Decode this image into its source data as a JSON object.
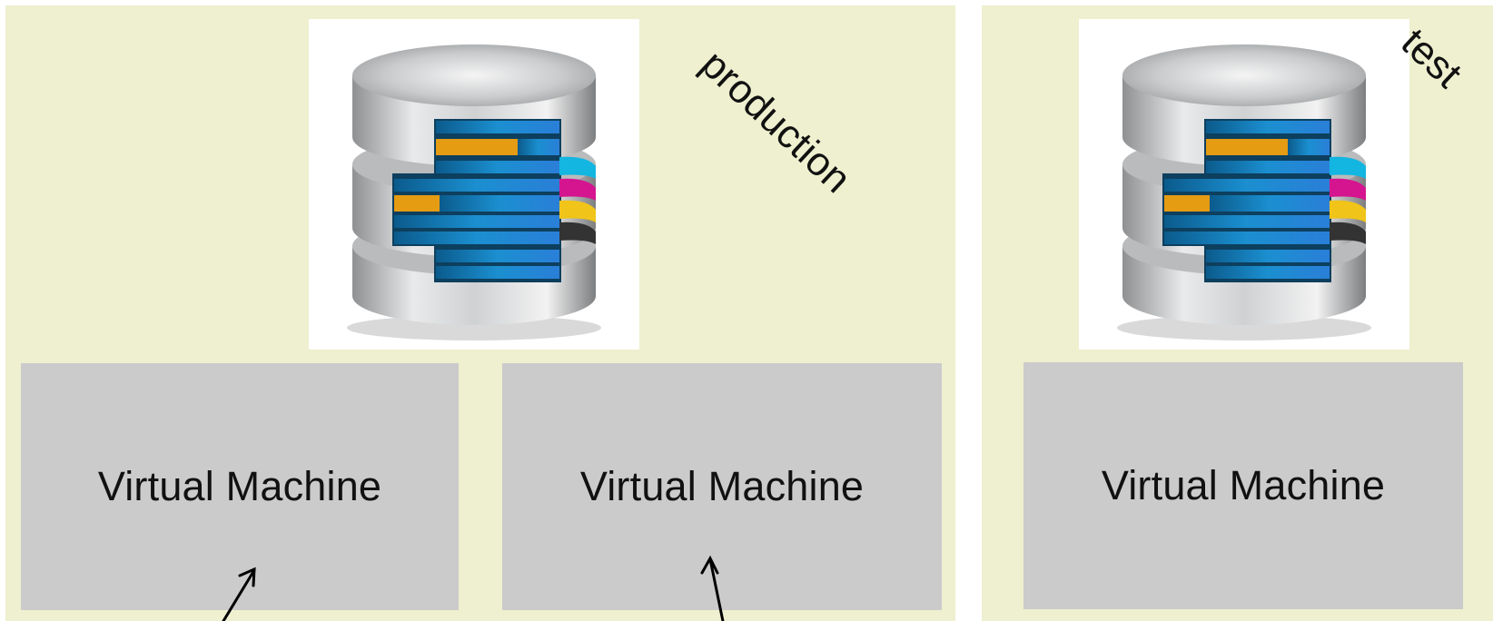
{
  "environments": {
    "production": {
      "label": "production",
      "vms": [
        {
          "label": "Virtual Machine"
        },
        {
          "label": "Virtual Machine"
        }
      ]
    },
    "test": {
      "label": "test",
      "vms": [
        {
          "label": "Virtual Machine"
        }
      ]
    }
  },
  "colors": {
    "environment_background": "#eef0cf",
    "vm_background": "#cbcbcb",
    "arrow": "#000000"
  },
  "icons": {
    "database": "database-icon"
  }
}
